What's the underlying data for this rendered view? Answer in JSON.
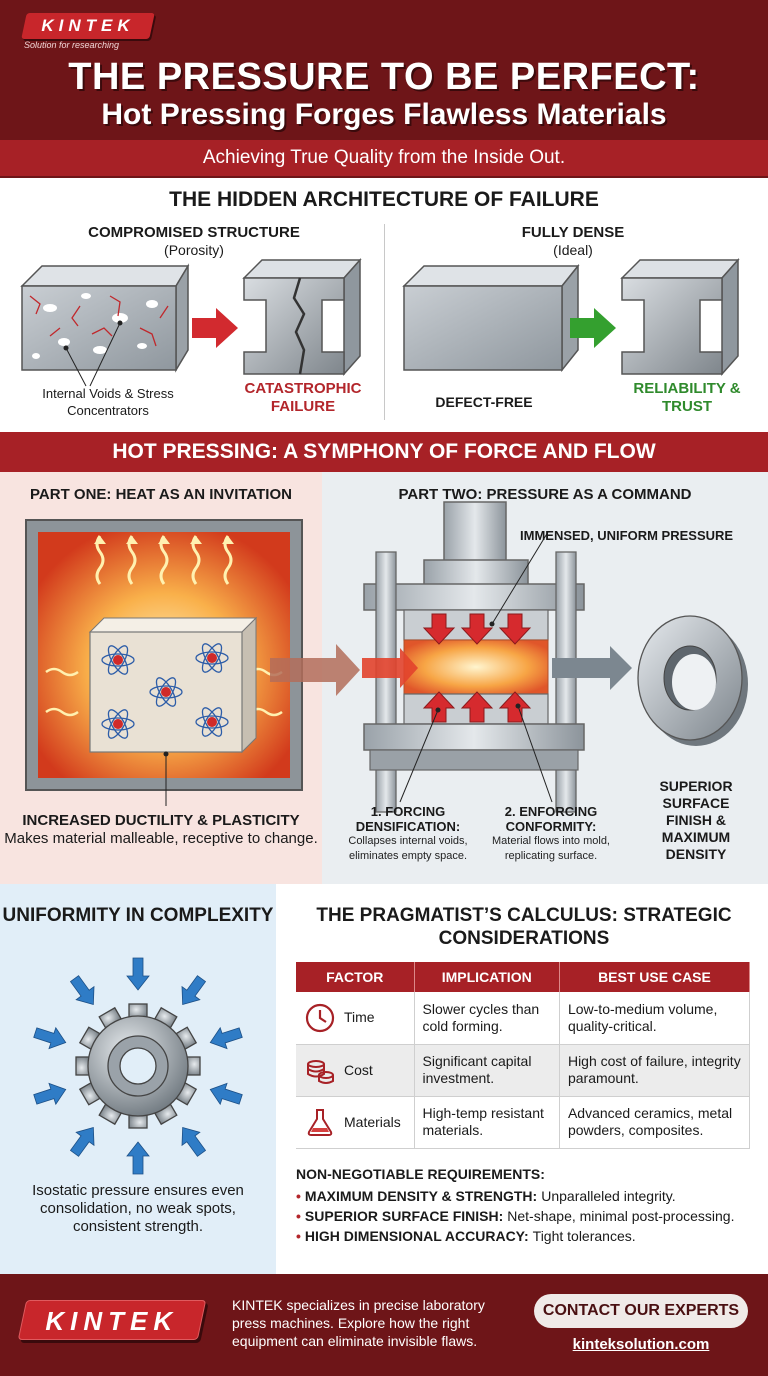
{
  "header": {
    "logo": "KINTEK",
    "logo_tagline": "Solution for researching",
    "title_line1": "THE PRESSURE TO BE PERFECT:",
    "title_line2": "Hot Pressing Forges Flawless Materials",
    "subtitle": "Achieving True Quality from the Inside Out."
  },
  "failure_section": {
    "title": "THE HIDDEN ARCHITECTURE OF FAILURE",
    "left": {
      "title": "COMPROMISED STRUCTURE",
      "subtitle": "(Porosity)",
      "voids_label": "Internal Voids & Stress Concentrators",
      "result": "CATASTROPHIC FAILURE"
    },
    "right": {
      "title": "FULLY DENSE",
      "subtitle": "(Ideal)",
      "block_label": "DEFECT-FREE",
      "result": "RELIABILITY & TRUST"
    },
    "colors": {
      "failure": "#b3262b",
      "success": "#2f8a2c"
    }
  },
  "process_section": {
    "title": "HOT PRESSING: A SYMPHONY OF FORCE AND FLOW",
    "part_one": {
      "title": "PART ONE: HEAT AS AN INVITATION",
      "caption_title": "INCREASED DUCTILITY & PLASTICITY",
      "caption_text": "Makes material malleable, receptive to change."
    },
    "part_two": {
      "title": "PART TWO: PRESSURE AS A COMMAND",
      "pressure_label": "IMMENSED, UNIFORM PRESSURE",
      "step1_title": "1. FORCING DENSIFICATION:",
      "step1_text": "Collapses internal voids, eliminates empty space.",
      "step2_title": "2. ENFORCING CONFORMITY:",
      "step2_text": "Material flows into mold, replicating surface.",
      "result": "SUPERIOR SURFACE FINISH & MAXIMUM DENSITY"
    }
  },
  "uniformity": {
    "title": "UNIFORMITY IN COMPLEXITY",
    "caption": "Isostatic pressure ensures even consolidation, no weak spots, consistent strength."
  },
  "calculus": {
    "title": "THE PRAGMATIST’S CALCULUS: STRATEGIC CONSIDERATIONS",
    "headers": [
      "FACTOR",
      "IMPLICATION",
      "BEST USE CASE"
    ],
    "rows": [
      {
        "icon": "clock-icon",
        "factor": "Time",
        "implication": "Slower cycles than cold forming.",
        "use_case": "Low-to-medium volume, quality-critical."
      },
      {
        "icon": "coins-icon",
        "factor": "Cost",
        "implication": "Significant capital investment.",
        "use_case": "High cost of failure, integrity paramount."
      },
      {
        "icon": "flask-icon",
        "factor": "Materials",
        "implication": "High-temp resistant materials.",
        "use_case": "Advanced ceramics, metal powders, composites."
      }
    ],
    "requirements_title": "NON-NEGOTIABLE REQUIREMENTS:",
    "requirements": [
      {
        "label": "MAXIMUM DENSITY & STRENGTH:",
        "text": "Unparalleled integrity."
      },
      {
        "label": "SUPERIOR SURFACE FINISH:",
        "text": "Net-shape, minimal post-processing."
      },
      {
        "label": "HIGH DIMENSIONAL ACCURACY:",
        "text": "Tight tolerances."
      }
    ]
  },
  "footer": {
    "logo": "KINTEK",
    "text": "KINTEK specializes in precise laboratory press machines. Explore how the right equipment can eliminate invisible flaws.",
    "cta": "CONTACT OUR EXPERTS",
    "website": "kinteksolution.com"
  },
  "colors": {
    "brand_dark": "#6e1518",
    "brand_red": "#a72126",
    "logo_red": "#c8262b"
  }
}
